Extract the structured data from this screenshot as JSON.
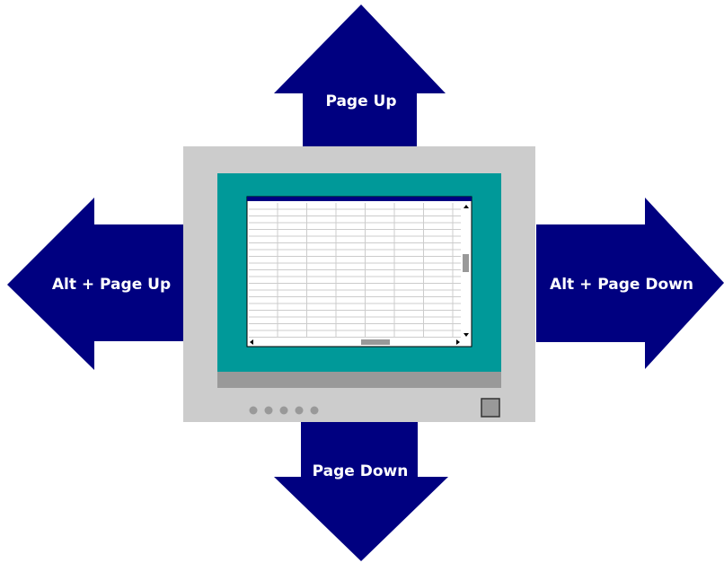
{
  "arrows": {
    "up": {
      "label": "Page Up"
    },
    "down": {
      "label": "Page Down"
    },
    "left": {
      "label": "Alt + Page Up"
    },
    "right": {
      "label": "Alt + Page Down"
    }
  },
  "colors": {
    "arrow": "#000080",
    "label": "#ffffff",
    "monitor_bezel": "#cccccc",
    "monitor_shadow": "#999999",
    "screen_frame": "#009999",
    "titlebar": "#000080",
    "grid_line": "#cccccc",
    "scroll_thumb": "#999999",
    "power_dot": "#999999"
  },
  "icons": {
    "monitor": "monitor-icon",
    "spreadsheet": "spreadsheet-grid-icon",
    "scroll_up": "scroll-up-arrow-icon",
    "scroll_down": "scroll-down-arrow-icon",
    "scroll_left": "scroll-left-arrow-icon",
    "scroll_right": "scroll-right-arrow-icon"
  }
}
